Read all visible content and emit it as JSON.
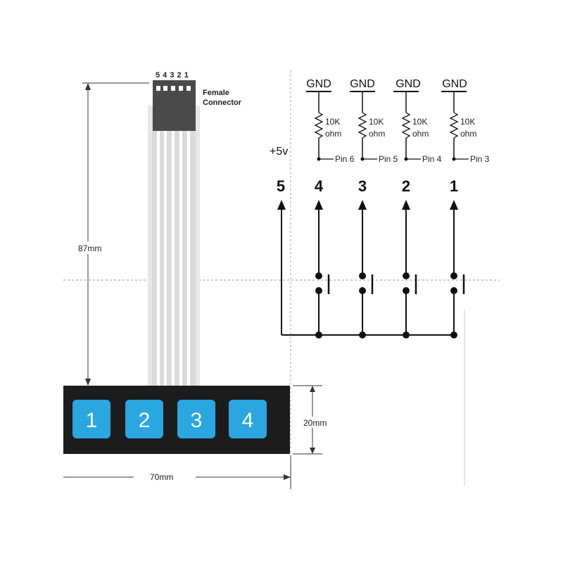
{
  "connector": {
    "pin_numbers": "5 4 3 2 1",
    "label_line1": "Female",
    "label_line2": "Connector"
  },
  "dimensions": {
    "height": "87mm",
    "keypad_height": "20mm",
    "width": "70mm"
  },
  "keys": [
    "1",
    "2",
    "3",
    "4"
  ],
  "schematic": {
    "supply": "+5v",
    "gnd": "GND",
    "resistor_value": "10K",
    "resistor_unit": "ohm",
    "pins": [
      "Pin 6",
      "Pin 5",
      "Pin 4",
      "Pin 3"
    ],
    "columns": [
      "5",
      "4",
      "3",
      "2",
      "1"
    ]
  },
  "colors": {
    "key_blue": "#2aa6e0",
    "keypad_body": "#1c1c1c",
    "ribbon": "#e4e4e4",
    "connector": "#4a4a4a"
  }
}
